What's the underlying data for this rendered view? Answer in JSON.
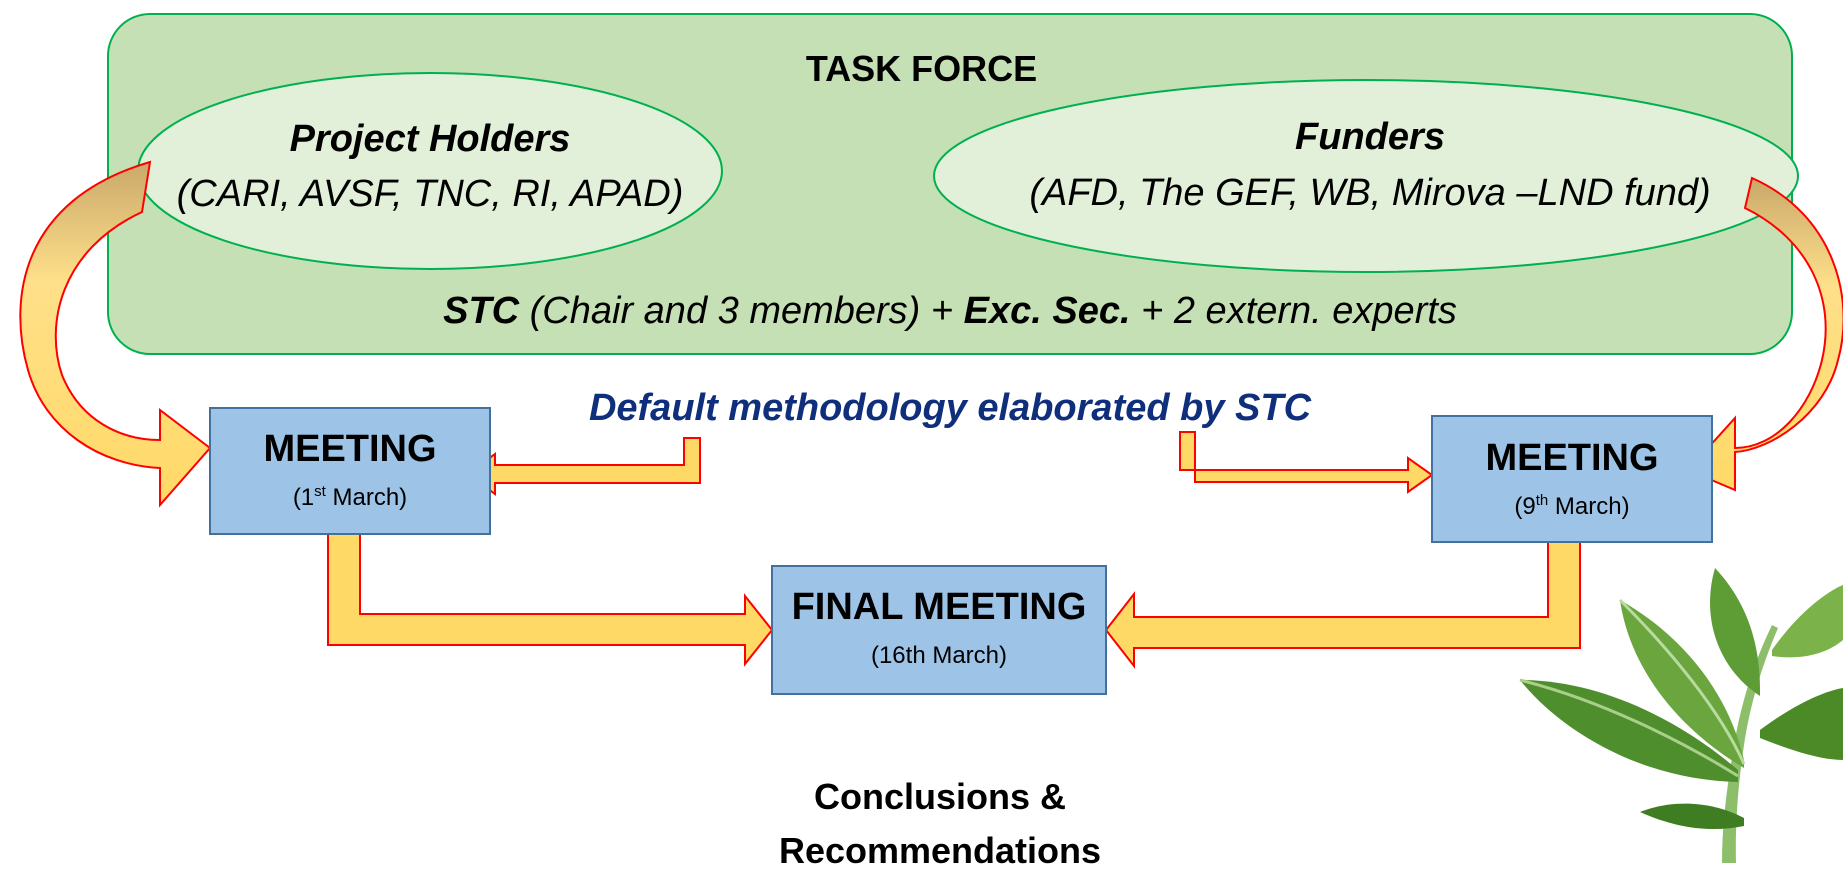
{
  "task_force": {
    "title": "TASK FORCE",
    "project_holders": {
      "name": "Project Holders",
      "members": "(CARI, AVSF, TNC, RI, APAD)"
    },
    "funders": {
      "name": "Funders",
      "members": "(AFD, The GEF, WB, Mirova –LND fund)"
    },
    "stc": {
      "stc": "STC",
      "chair": " (Chair and 3 members) + ",
      "exc_sec": "Exc. Sec.",
      "experts": " + 2 extern. experts"
    }
  },
  "methodology": "Default methodology elaborated by STC",
  "meeting1": {
    "title": "MEETING",
    "date_open": "(1",
    "date_sup": "st",
    "date_close": " March)"
  },
  "meeting2": {
    "title": "MEETING",
    "date_open": "(9",
    "date_sup": "th",
    "date_close": " March)"
  },
  "final_meeting": {
    "title": "FINAL MEETING",
    "date": "(16th March)"
  },
  "conclusions": {
    "line1": "Conclusions &",
    "line2": "Recommendations"
  },
  "colors": {
    "task_force_fill": "#c5e0b4",
    "task_force_border": "#00b050",
    "ellipse_fill": "#e2f0d9",
    "box_fill": "#9dc3e6",
    "box_border": "#41719c",
    "arrow_fill": "#ffd966",
    "arrow_border": "#ff0000",
    "methodology_text": "#0f2f7c"
  },
  "icons": {
    "decoration": "leaf-plant-icon"
  }
}
